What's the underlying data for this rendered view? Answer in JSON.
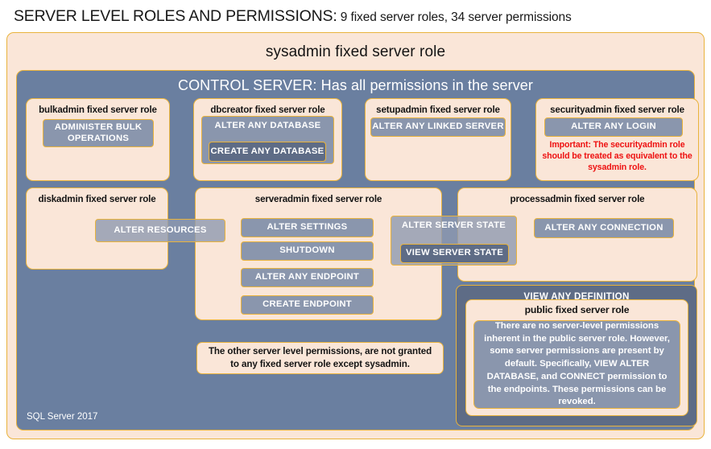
{
  "header": {
    "title_main": "SERVER LEVEL ROLES AND PERMISSIONS:",
    "title_sub": " 9 fixed server roles, 34 server permissions"
  },
  "colors": {
    "peach_fill": "#fae6d8",
    "gold_border": "#e9b33c",
    "control_server_blue": "#6a7fa0",
    "chip_blue": "#8a96ad",
    "chip_dark_blue": "#5e6c86",
    "alert_red": "#ee1111",
    "text_dark": "#141414",
    "text_light": "#ffffff"
  },
  "sysadmin": {
    "label": "sysadmin fixed server role"
  },
  "control_server": {
    "label": "CONTROL SERVER: Has all permissions in the server",
    "version_label": "SQL Server 2017"
  },
  "roles": {
    "bulkadmin": {
      "label": "bulkadmin  fixed server role",
      "permissions": [
        "ADMINISTER  BULK\nOPERATIONS"
      ]
    },
    "dbcreator": {
      "label": "dbcreator fixed server role",
      "permissions": [
        "ALTER ANY DATABASE",
        "CREATE  ANY DATABASE"
      ]
    },
    "setupadmin": {
      "label": "setupadmin fixed server role",
      "permissions": [
        "ALTER ANY LINKED SERVER"
      ]
    },
    "securityadmin": {
      "label": "securityadmin  fixed server role",
      "permissions": [
        "ALTER ANY LOGIN"
      ],
      "note": "Important:  The securityadmin role should  be treated as equivalent to the sysadmin role."
    },
    "diskadmin": {
      "label": "diskadmin  fixed server role",
      "permissions": [
        "ALTER RESOURCES"
      ]
    },
    "serveradmin": {
      "label": "serveradmin fixed server role",
      "permissions": [
        "ALTER SETTINGS",
        "SHUTDOWN",
        "ALTER ANY ENDPOINT",
        "CREATE  ENDPOINT",
        "ALTER SERVER  STATE",
        "VIEW SERVER  STATE"
      ]
    },
    "processadmin": {
      "label": "processadmin fixed server role",
      "permissions": [
        "ALTER ANY CONNECTION"
      ]
    },
    "public": {
      "outer_permission": "VIEW ANY DEFINITION",
      "label": "public  fixed server role",
      "note": "There are no server-level permissions inherent in the public server role. However, some server permissions are present by default. Specifically, VIEW ALTER DATABASE, and CONNECT permission to the endpoints. These permissions can be revoked."
    }
  },
  "notes": {
    "other_permissions": "The other server level permissions,  are not granted to any fixed server role except sysadmin."
  }
}
